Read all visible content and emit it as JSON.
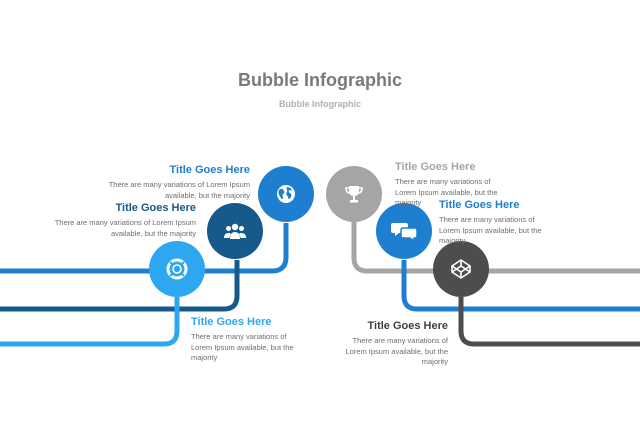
{
  "header": {
    "title": "Bubble Infographic",
    "subtitle": "Bubble Infographic"
  },
  "colors": {
    "light_blue": "#2ea7f0",
    "mid_blue": "#1e7fd0",
    "dark_blue": "#155a8a",
    "light_gray": "#a5a5a5",
    "dark_gray": "#4d4d4d"
  },
  "items": [
    {
      "icon": "lifebuoy-icon",
      "title": "Title Goes Here",
      "text": "There are many variations of Lorem Ipsum available, but the majority"
    },
    {
      "icon": "users-icon",
      "title": "Title Goes Here",
      "text": "There are many variations of Lorem Ipsum available, but the majority"
    },
    {
      "icon": "globe-icon",
      "title": "Title Goes Here",
      "text": "There are many variations of Lorem Ipsum available, but the majority"
    },
    {
      "icon": "trophy-icon",
      "title": "Title Goes Here",
      "text": "There are many variations of Lorem Ipsum available, but the majority"
    },
    {
      "icon": "chat-bubbles-icon",
      "title": "Title Goes Here",
      "text": "There are many variations of Lorem Ipsum available, but the majority"
    },
    {
      "icon": "codepen-icon",
      "title": "Title Goes Here",
      "text": "There are many variations of Lorem Ipsum available, but the majority"
    }
  ]
}
